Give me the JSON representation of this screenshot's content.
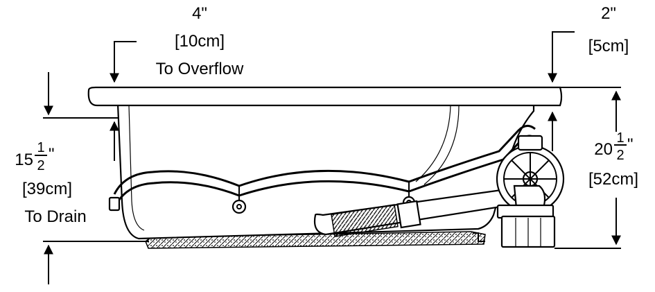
{
  "dimensions": {
    "overflow": {
      "imperial": "4\"",
      "metric": "[10cm]",
      "caption": "To Overflow"
    },
    "rim": {
      "imperial": "2\"",
      "metric": "[5cm]"
    },
    "drain": {
      "whole": "15",
      "num": "1",
      "den": "2",
      "inch": "\"",
      "metric": "[39cm]",
      "caption": "To Drain"
    },
    "height": {
      "whole": "20",
      "num": "1",
      "den": "2",
      "inch": "\"",
      "metric": "[52cm]"
    }
  },
  "colors": {
    "ink": "#000000",
    "paper": "#ffffff"
  }
}
